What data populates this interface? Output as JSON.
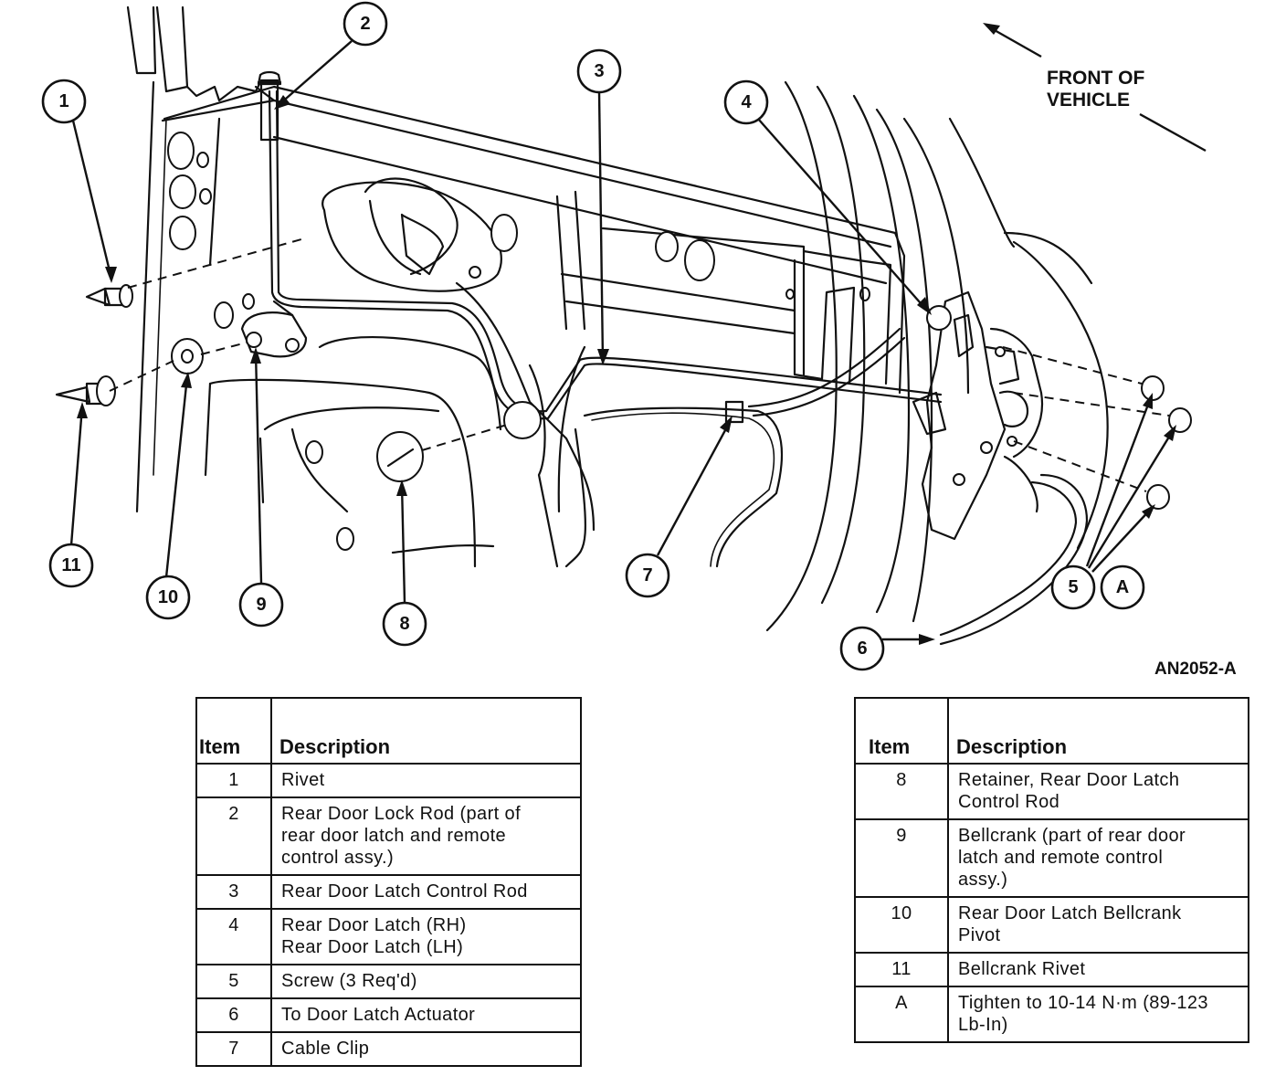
{
  "diagram": {
    "figure_id": "AN2052-A",
    "direction_label_line1": "FRONT OF",
    "direction_label_line2": "VEHICLE",
    "callouts": [
      "1",
      "2",
      "3",
      "4",
      "5",
      "6",
      "7",
      "8",
      "9",
      "10",
      "11",
      "A"
    ]
  },
  "legend_left": {
    "header_item": "Item",
    "header_description": "Description",
    "rows": [
      {
        "item": "1",
        "lines": [
          "Rivet"
        ]
      },
      {
        "item": "2",
        "lines": [
          "Rear Door Lock Rod (part of",
          "rear door latch and remote",
          "control assy.)"
        ]
      },
      {
        "item": "3",
        "lines": [
          "Rear Door Latch Control Rod"
        ]
      },
      {
        "item": "4",
        "lines": [
          "Rear Door Latch (RH)",
          "Rear Door Latch (LH)"
        ]
      },
      {
        "item": "5",
        "lines": [
          "Screw (3 Req'd)"
        ]
      },
      {
        "item": "6",
        "lines": [
          "To Door Latch Actuator"
        ]
      },
      {
        "item": "7",
        "lines": [
          "Cable Clip"
        ]
      }
    ]
  },
  "legend_right": {
    "header_item": "Item",
    "header_description": "Description",
    "rows": [
      {
        "item": "8",
        "lines": [
          "Retainer, Rear Door Latch",
          "Control Rod"
        ]
      },
      {
        "item": "9",
        "lines": [
          "Bellcrank (part of rear door",
          "latch and remote control",
          "assy.)"
        ]
      },
      {
        "item": "10",
        "lines": [
          "Rear Door Latch Bellcrank",
          "Pivot"
        ]
      },
      {
        "item": "11",
        "lines": [
          "Bellcrank Rivet"
        ]
      },
      {
        "item": "A",
        "lines": [
          "Tighten to 10-14 N·m (89-123",
          "Lb-In)"
        ]
      }
    ]
  }
}
